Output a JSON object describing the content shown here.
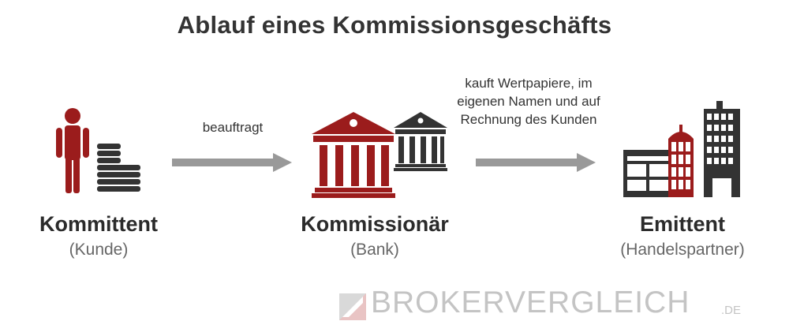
{
  "title": "Ablauf eines Kommissionsgeschäfts",
  "arrows": [
    {
      "label": "beauftragt"
    },
    {
      "label_lines": [
        "kauft Wertpapiere, im",
        "eigenen Namen und auf",
        "Rechnung des Kunden"
      ]
    }
  ],
  "entities": [
    {
      "name": "Kommittent",
      "sub": "(Kunde)",
      "icon": "person-with-coins-icon"
    },
    {
      "name": "Kommissionär",
      "sub": "(Bank)",
      "icon": "bank-buildings-icon"
    },
    {
      "name": "Emittent",
      "sub": "(Handelspartner)",
      "icon": "office-buildings-icon"
    }
  ],
  "logo": {
    "text": "BROKERVERGLEICH",
    "tld": ".DE"
  },
  "colors": {
    "accent": "#9b1c1c",
    "dark": "#333333",
    "arrow": "#999999",
    "logo": "#c4c4c4"
  }
}
